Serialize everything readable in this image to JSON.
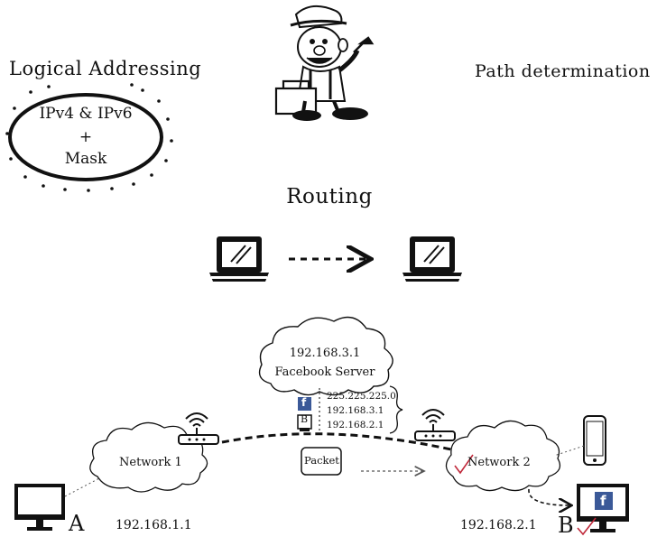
{
  "top": {
    "logical_addressing": "Logical Addressing",
    "ip_versions": "IPv4 & IPv6",
    "plus": "+",
    "mask": "Mask",
    "path_determination": "Path determination"
  },
  "routing": {
    "title": "Routing"
  },
  "server_cloud": {
    "ip": "192.168.3.1",
    "name": "Facebook Server"
  },
  "packet_headers": {
    "fb_letter": "f",
    "b_letter": "B",
    "lines": [
      "225.225.225.0",
      "192.168.3.1",
      "192.168.2.1"
    ]
  },
  "network1": {
    "label": "Network 1",
    "ip": "192.168.1.1",
    "host_letter": "A"
  },
  "network2": {
    "label": "Network 2",
    "ip": "192.168.2.1",
    "host_letter": "B",
    "screen_letter": "f"
  },
  "packet": {
    "label": "Packet"
  },
  "colors": {
    "facebook_blue": "#3b5998",
    "check_red": "#c0283a",
    "ink": "#111111"
  },
  "icons": [
    "mascot-character",
    "laptop-icon",
    "wifi-router-icon",
    "desktop-monitor-icon",
    "smartphone-icon",
    "facebook-logo-icon",
    "checkmark-icon"
  ]
}
